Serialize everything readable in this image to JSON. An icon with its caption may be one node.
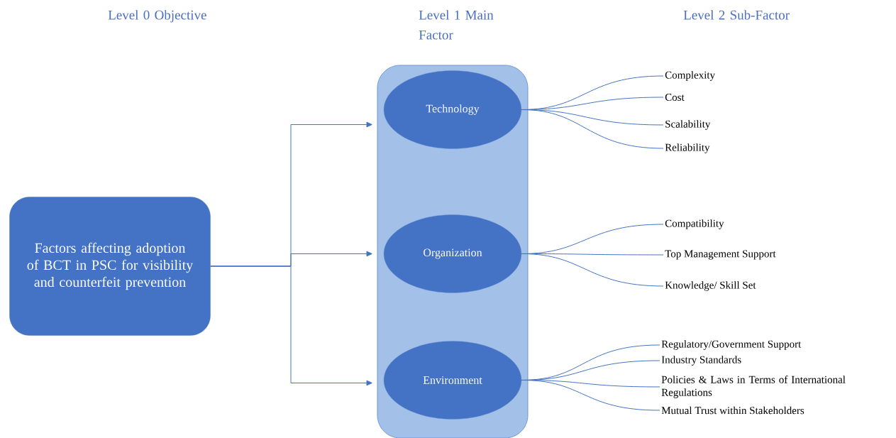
{
  "diagram": {
    "nodes": [
      {
        "text": [
          "Factors affecting adoption of BCT in PSC for visibility and counterfeit prevention"
        ]
      },
      {
        "text": [],
        "shape": "box"
      },
      {
        "text": [
          "Technology"
        ],
        "in": 1
      },
      {
        "text": [
          "Organization"
        ],
        "in": 1
      },
      {
        "text": [
          "Environment"
        ],
        "in": 1
      },
      {
        "text": [
          "Complexity"
        ]
      },
      {
        "text": [
          "Cost"
        ]
      },
      {
        "text": [
          "Scalability"
        ]
      },
      {
        "text": [
          "Reliability"
        ]
      },
      {
        "text": [
          "Compatibility"
        ]
      },
      {
        "text": [
          "Top Management Support"
        ]
      },
      {
        "text": [
          "Knowledge/ Skill Set"
        ]
      },
      {
        "text": [
          "Regulatory/Government Support"
        ]
      },
      {
        "text": [
          "Industry Standards"
        ]
      },
      {
        "text": [
          "Policies & Laws in Terms of International Regulations"
        ]
      },
      {
        "text": [
          "Mutual Trust within Stakeholders"
        ]
      }
    ],
    "edges": [
      {
        "from": 0,
        "to": 2,
        "arrow": "to"
      },
      {
        "from": 0,
        "to": 3,
        "arrow": "to"
      },
      {
        "from": 0,
        "to": 4,
        "arrow": "to"
      },
      {
        "from": 2,
        "to": 5,
        "arrow": "none"
      },
      {
        "from": 2,
        "to": 6,
        "arrow": "none"
      },
      {
        "from": 2,
        "to": 7,
        "arrow": "none"
      },
      {
        "from": 2,
        "to": 8,
        "arrow": "none"
      },
      {
        "from": 3,
        "to": 9,
        "arrow": "none"
      },
      {
        "from": 3,
        "to": 10,
        "arrow": "none"
      },
      {
        "from": 3,
        "to": 11,
        "arrow": "none"
      },
      {
        "from": 4,
        "to": 12,
        "arrow": "none"
      },
      {
        "from": 4,
        "to": 13,
        "arrow": "none"
      },
      {
        "from": 4,
        "to": 14,
        "arrow": "none"
      },
      {
        "from": 4,
        "to": 15,
        "arrow": "none"
      }
    ],
    "labels": [
      "Level 0 Objective",
      "Level 1 Main Factor",
      "Level 2 Sub-Factor"
    ]
  }
}
